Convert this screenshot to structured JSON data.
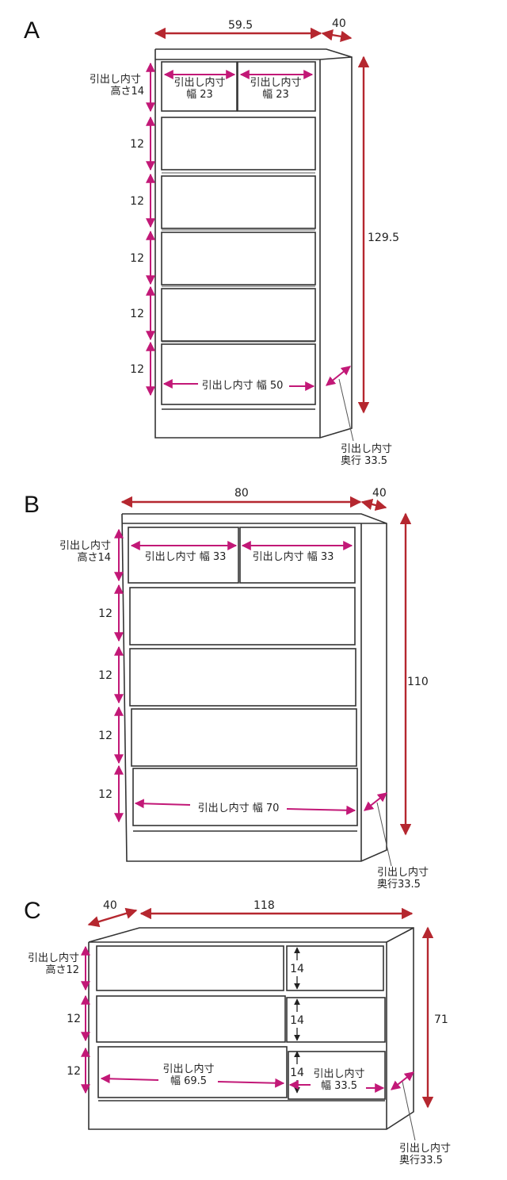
{
  "colors": {
    "red_dimension": "#b5272f",
    "pink_dimension": "#c21877",
    "line": "#333333"
  },
  "panels": [
    {
      "letter": "A",
      "width": "59.5",
      "depth": "40",
      "height": "129.5",
      "top_inner_height": "引出し内寸\n高さ14",
      "small_drawers": [
        "引出し内寸\n幅 23",
        "引出し内寸\n幅 23"
      ],
      "row_heights": [
        "12",
        "12",
        "12",
        "12",
        "12"
      ],
      "bottom_width": "引出し内寸 幅 50",
      "inner_depth": "引出し内寸\n奥行 33.5"
    },
    {
      "letter": "B",
      "width": "80",
      "depth": "40",
      "height": "110",
      "top_inner_height": "引出し内寸\n高さ14",
      "small_drawers": [
        "引出し内寸 幅 33",
        "引出し内寸 幅 33"
      ],
      "row_heights": [
        "12",
        "12",
        "12",
        "12"
      ],
      "bottom_width": "引出し内寸 幅 70",
      "inner_depth": "引出し内寸\n奥行33.5"
    },
    {
      "letter": "C",
      "width": "118",
      "depth": "40",
      "height": "71",
      "top_inner_height": "引出し内寸\n高さ12",
      "row_heights": [
        "12",
        "12"
      ],
      "right_heights": [
        "14",
        "14",
        "14"
      ],
      "left_width": "引出し内寸\n幅 69.5",
      "right_width": "引出し内寸\n幅 33.5",
      "inner_depth": "引出し内寸\n奥行33.5"
    }
  ]
}
